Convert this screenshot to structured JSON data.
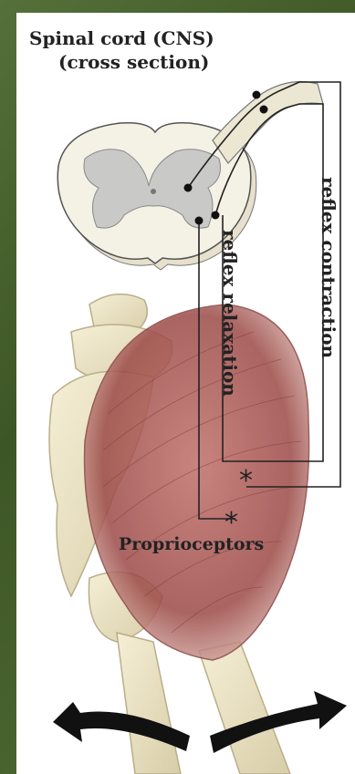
{
  "title": {
    "line1": "Spinal cord (CNS)",
    "line2": "(cross section)"
  },
  "pathway_labels": {
    "relaxation": "reflex relaxation",
    "contraction": "reflex contraction"
  },
  "receptor_label": "Proprioceptors",
  "receptor_marker": "*",
  "colors": {
    "background": "#3f5a26",
    "spinal_white_matter": "#f2eedf",
    "spinal_gray_matter": "#c9c9c7",
    "muscle": "#b05a55",
    "bone": "#ece3c2",
    "nerve_line": "#222222",
    "arrow": "#111111"
  }
}
